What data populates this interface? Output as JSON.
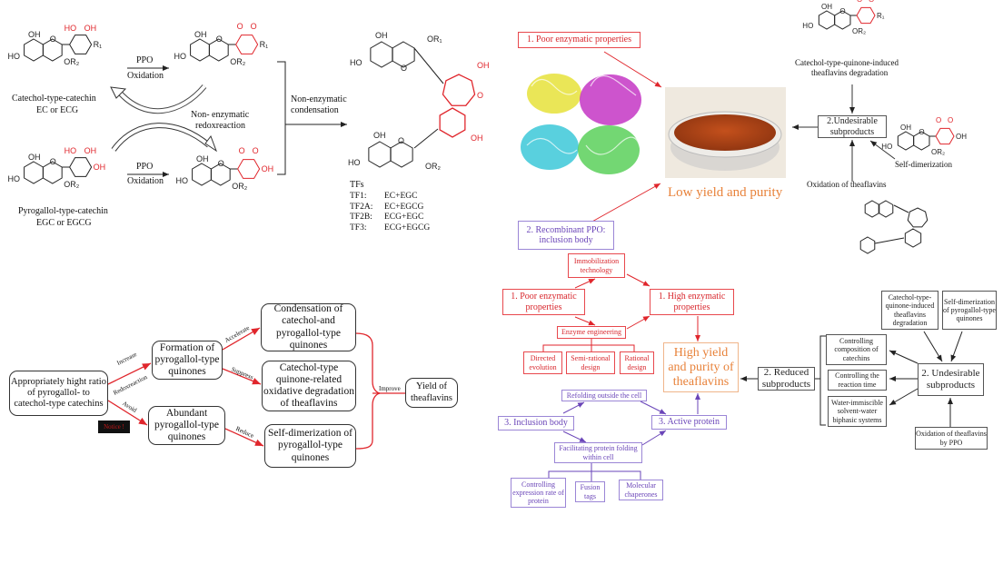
{
  "colors": {
    "red": "#d8262c",
    "purple": "#6a45b8",
    "orange": "#e8823a",
    "black": "#222222"
  },
  "chem": {
    "ho": "HO",
    "oh": "OH",
    "o": "O",
    "or1": "OR₁",
    "or2": "OR₂",
    "r1": "R₁"
  },
  "reaction": {
    "catechol_name": "Catechol-type-catechin",
    "catechol_sub": "EC or ECG",
    "pyrogallol_name": "Pyrogallol-type-catechin",
    "pyrogallol_sub": "EGC or EGCG",
    "ppo": "PPO",
    "oxidation": "Oxidation",
    "redox_line1": "Non- enzymatic",
    "redox_line2": "redoxreaction",
    "condensation_line1": "Non-enzymatic",
    "condensation_line2": "condensation",
    "tfs_title": "TFs",
    "tfs": [
      {
        "name": "TF1:",
        "combo": "EC+EGC"
      },
      {
        "name": "TF2A:",
        "combo": "EC+EGCG"
      },
      {
        "name": "TF2B:",
        "combo": "ECG+EGC"
      },
      {
        "name": "TF3:",
        "combo": "ECG+EGCG"
      }
    ]
  },
  "problems": {
    "poor_enzymatic": "1. Poor enzymatic properties",
    "recombinant_line1": "2. Recombinant PPO:",
    "recombinant_line2": "inclusion body",
    "low_yield": "Low yield and purity",
    "undesirable": "2.Undesirable subproducts",
    "catechol_quinone_line1": "Catechol-type-quinone-induced",
    "catechol_quinone_line2": "theaflavins degradation",
    "self_dimerization": "Self-dimerization",
    "oxidation_tf": "Oxidation of theaflavins"
  },
  "ratio_flow": {
    "ratio": "Appropriately hight ratio of pyrogallol- to catechol-type catechins",
    "notice": "Notice !",
    "formation": "Formation of pyrogallol-type quinones",
    "abundant": "Abundant pyrogallol-type quinones",
    "condensation": "Condensation of catechol-and pyrogallol-type quinones",
    "degradation": "Catechol-type quinone-related oxidative degradation of theaflavins",
    "selfdim": "Self-dimerization of pyrogallol-type quinones",
    "yield": "Yield of theaflavins",
    "increase": "Increase",
    "redox": "Redoxreaction",
    "avoid": "Avoid",
    "accelerate": "Accelerate",
    "suppress": "Suppress",
    "reduce": "Reduce",
    "improve": "Improve"
  },
  "solution_flow": {
    "immobilization": "Immobilization technology",
    "poor": "1. Poor enzymatic properties",
    "high": "1. High enzymatic properties",
    "enzyme_eng": "Enzyme engineering",
    "directed": "Directed evolution",
    "semi": "Semi-rational design",
    "rational": "Rational design",
    "high_yield": "High yield and purity of theaflavins",
    "refolding": "Refolding outside the cell",
    "inclusion": "3. Inclusion body",
    "active": "3. Active protein",
    "facilitating": "Facilitating protein folding within cell",
    "controlling_expr": "Controlling expression rate of protein",
    "fusion": "Fusion tags",
    "chaperones": "Molecular chaperones"
  },
  "subproduct_flow": {
    "reduced": "2. Reduced subproducts",
    "undesirable": "2. Undesirable subproducts",
    "composition": "Controlling composition of catechins",
    "time": "Controlling the reaction time",
    "biphasic": "Water-immiscible solvent-water biphasic systems",
    "catechol_deg": "Catechol-type-quinone-induced theaflavins degradation",
    "selfdim": "Self-dimerization of pyrogallol-type quinones",
    "oxidation_ppo": "Oxidation of theaflavins by PPO"
  }
}
